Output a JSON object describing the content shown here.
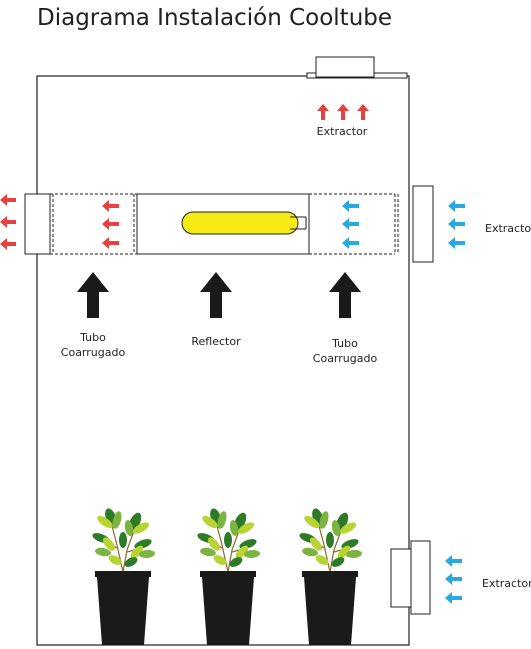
{
  "title": "Diagrama Instalación Cooltube",
  "labels": {
    "extractor_top": "Extractor",
    "extractor_right": "Extractor",
    "extractor_bottom": "Extractor",
    "tubo_left_line1": "Tubo",
    "tubo_left_line2": "Coarrugado",
    "reflector": "Reflector",
    "tubo_right_line1": "Tubo",
    "tubo_right_line2": "Coarrugado"
  },
  "colors": {
    "exhaust_arrow": "#e8403f",
    "intake_arrow": "#29a9e1",
    "bulb": "#f5ea14",
    "pot": "#1a1a1a",
    "up_arrow": "#1a1a1a",
    "leaf_light": "#b7d432",
    "leaf_dark": "#2d7a27"
  },
  "icons": {
    "exhaust": "arrow-left-icon",
    "intake": "arrow-left-icon",
    "top_exhaust": "arrow-up-icon",
    "airflow": "arrow-up-icon",
    "plant": "potted-plant-icon",
    "bulb": "lamp-bulb-icon"
  }
}
